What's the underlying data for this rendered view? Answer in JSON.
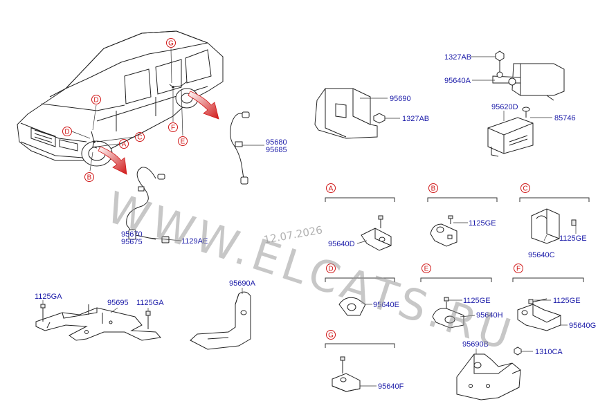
{
  "callouts": {
    "p95690": "95690",
    "p1327ab_a": "1327AB",
    "p1327ab_b": "1327AB",
    "p95640a": "95640A",
    "p95620d": "95620D",
    "p85746": "85746",
    "p95680": "95680",
    "p95685": "95685",
    "p95670": "95670",
    "p95675": "95675",
    "p1129ae": "1129AE",
    "p95640d": "95640D",
    "p1125ge_b": "1125GE",
    "p95640c": "95640C",
    "p1125ge_c": "1125GE",
    "p95640e": "95640E",
    "p1125ge_e": "1125GE",
    "p95640h": "95640H",
    "p1125ge_f": "1125GE",
    "p95640g": "95640G",
    "p1125ga_l": "1125GA",
    "p95695": "95695",
    "p1125ga_r": "1125GA",
    "p95690a": "95690A",
    "p95690b": "95690B",
    "p1310ca": "1310CA",
    "p95640f": "95640F"
  },
  "car_markers": {
    "d": "D",
    "d2": "D",
    "c": "C",
    "a": "A",
    "b": "B",
    "g": "G",
    "f": "F",
    "e": "E"
  },
  "sections": {
    "a": "A",
    "b": "B",
    "c": "C",
    "d": "D",
    "e": "E",
    "f": "F",
    "g": "G"
  },
  "watermark": {
    "site": "WWW.ELCATS.RU",
    "date": "12.07.2026"
  },
  "colors": {
    "part_number": "#1a1aa8",
    "marker": "#d01818",
    "arrow": "#d01818",
    "watermark": "#9a9a9a"
  }
}
